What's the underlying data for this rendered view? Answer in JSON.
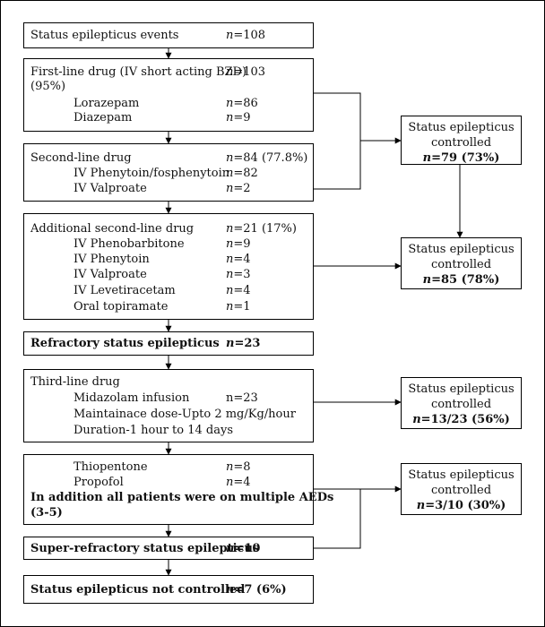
{
  "diagram": {
    "se_events": {
      "label": "Status epilepticus events",
      "n": "=108"
    },
    "first_line": {
      "label": "First-line drug (IV short acting BZD)",
      "n": "=103",
      "pct": "(95%)",
      "items": [
        {
          "label": "Lorazepam",
          "n": "=86"
        },
        {
          "label": "Diazepam",
          "n": "=9"
        }
      ]
    },
    "second_line": {
      "label": "Second-line drug",
      "n": "=84 (77.8%)",
      "items": [
        {
          "label": "IV Phenytoin/fosphenytoin",
          "n": "=82"
        },
        {
          "label": "IV Valproate",
          "n": "=2"
        }
      ]
    },
    "additional_second_line": {
      "label": "Additional second-line drug",
      "n": "=21 (17%)",
      "items": [
        {
          "label": "IV  Phenobarbitone",
          "n": "=9"
        },
        {
          "label": "IV Phenytoin",
          "n": "=4"
        },
        {
          "label": "IV Valproate",
          "n": "=3"
        },
        {
          "label": "IV Levetiracetam",
          "n": "=4"
        },
        {
          "label": "Oral topiramate",
          "n": "=1"
        }
      ]
    },
    "refractory": {
      "label": "Refractory status epilepticus",
      "n": "=23"
    },
    "third_line": {
      "label": "Third-line drug",
      "midazolam": "Midazolam infusion",
      "midazolam_n": "n=23",
      "dose": "Maintainace dose-Upto 2 mg/Kg/hour",
      "duration": "Duration-1 hour to 14 days"
    },
    "anesthetics": {
      "items": [
        {
          "label": "Thiopentone",
          "n": "=8"
        },
        {
          "label": "Propofol",
          "n": "=4"
        }
      ],
      "note_line1": "In addition all patients were on multiple AEDs",
      "note_line2": "(3-5)"
    },
    "super_refractory": {
      "label": "Super-refractory status epilepticus",
      "n": "=10"
    },
    "not_controlled": {
      "label": "Status epilepticus not controlled",
      "n": "=7 (6%)"
    },
    "n_letter": "n",
    "controlled_boxes": [
      {
        "line1": "Status epilepticus",
        "line2": "controlled",
        "n": "=79",
        "pct": " (73%)"
      },
      {
        "line1": "Status epilepticus",
        "line2": "controlled",
        "n": "=85",
        "pct": " (78%)"
      },
      {
        "line1": "Status epilepticus",
        "line2": "controlled",
        "n": "=13/23",
        "pct": " (56%)"
      },
      {
        "line1": "Status epilepticus",
        "line2": "controlled",
        "n": "=3/10",
        "pct": " (30%)"
      }
    ]
  }
}
